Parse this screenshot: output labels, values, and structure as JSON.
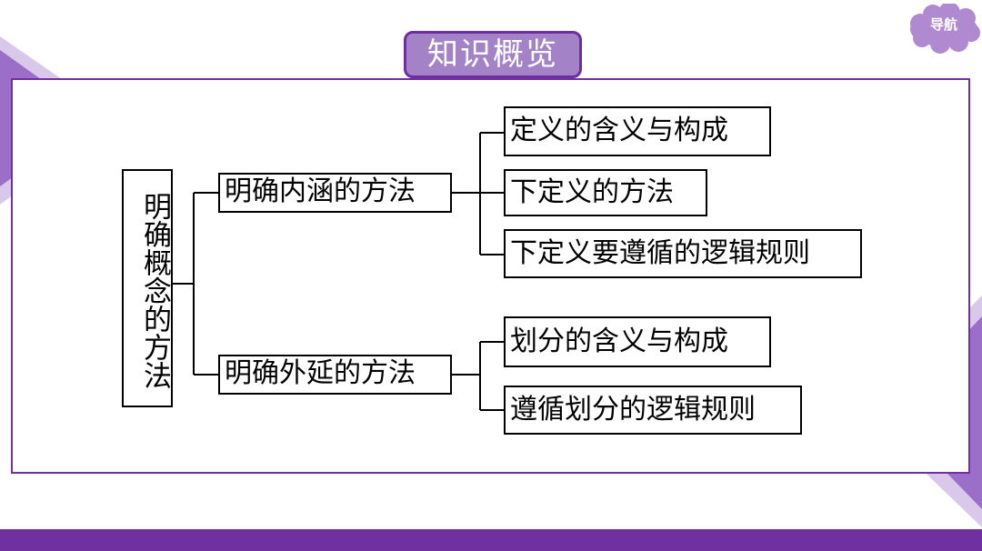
{
  "slide": {
    "title": "知识概览",
    "nav_label": "导航",
    "colors": {
      "accent": "#7030a0",
      "title_fill": "#a482c8",
      "nav_fill": "#b08ad0",
      "triangle_dark": "#9b6fc7",
      "triangle_light": "#d9c8ea"
    }
  },
  "diagram": {
    "root": "明确概念的方法",
    "branches": [
      {
        "label": "明确内涵的方法",
        "children": [
          "定义的含义与构成",
          "下定义的方法",
          "下定义要遵循的逻辑规则"
        ]
      },
      {
        "label": "明确外延的方法",
        "children": [
          "划分的含义与构成",
          "遵循划分的逻辑规则"
        ]
      }
    ]
  }
}
